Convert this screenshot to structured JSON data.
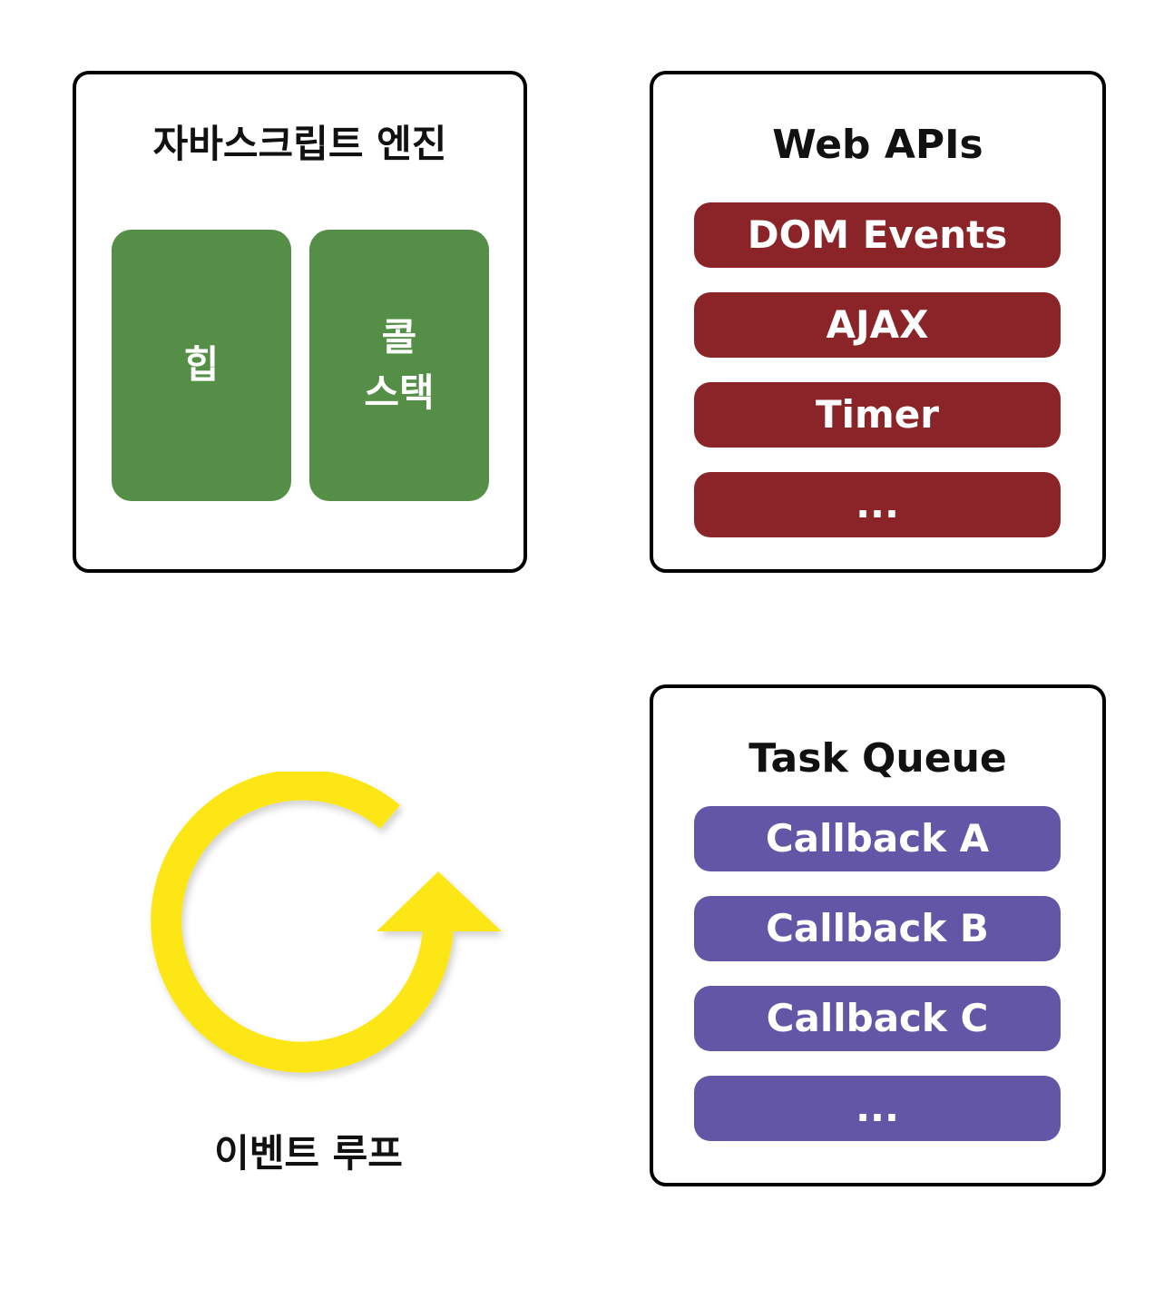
{
  "engine": {
    "title": "자바스크립트 엔진",
    "heap": "힙",
    "callstack_line1": "콜",
    "callstack_line2": "스택"
  },
  "webapis": {
    "title": "Web APIs",
    "items": [
      "DOM Events",
      "AJAX",
      "Timer",
      "..."
    ]
  },
  "taskqueue": {
    "title": "Task Queue",
    "items": [
      "Callback A",
      "Callback B",
      "Callback C",
      "..."
    ]
  },
  "event_loop": {
    "label": "이벤트 루프"
  },
  "colors": {
    "engine_block": "#558f47",
    "webapi_item": "#8b2428",
    "task_item": "#6356a6",
    "loop_arrow": "#fde614"
  }
}
